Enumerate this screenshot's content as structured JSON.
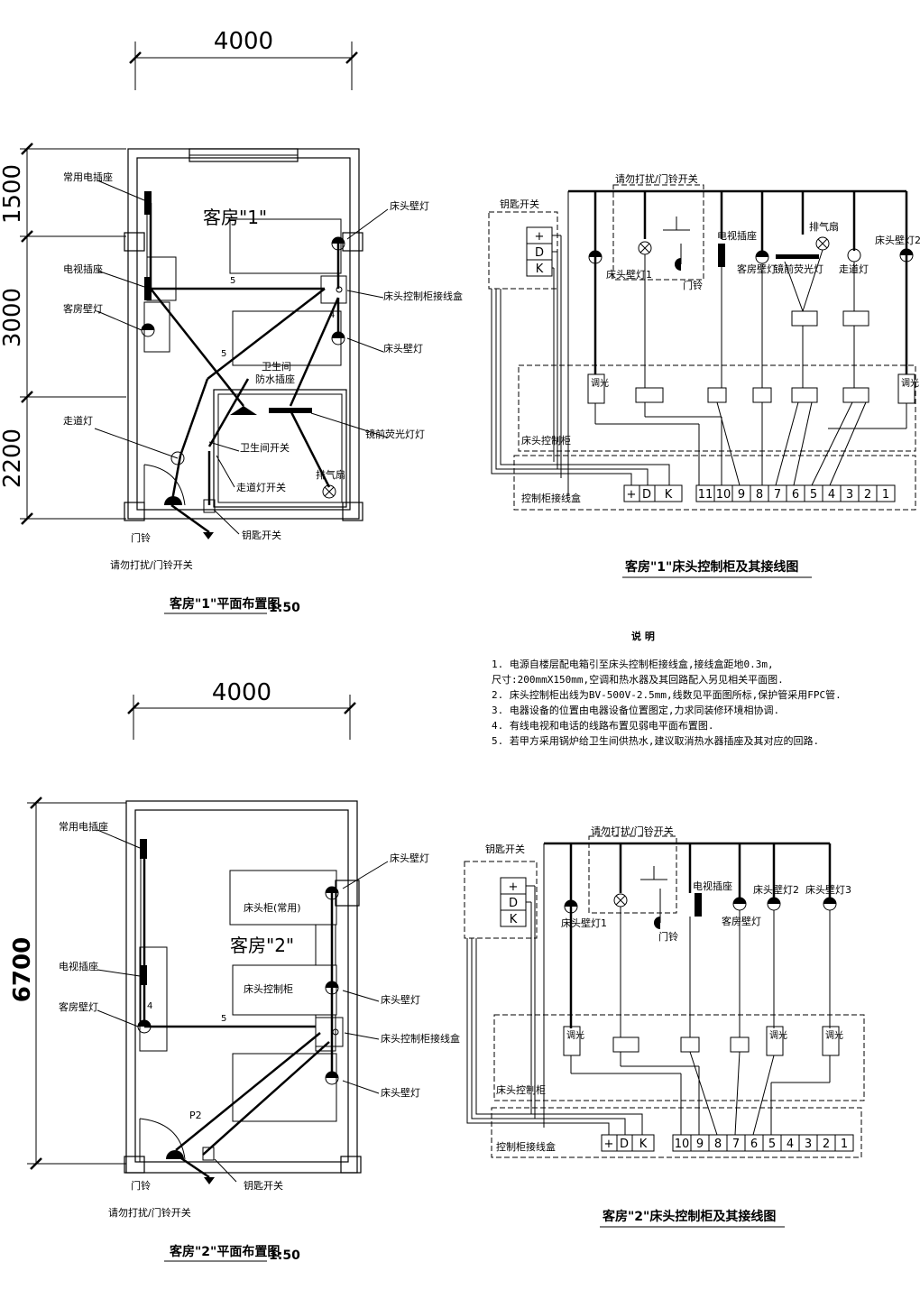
{
  "dims": {
    "top_width": "4000",
    "bottom_width": "4000",
    "v1": "1500",
    "v2": "3000",
    "v3": "2200",
    "v_total": "6700"
  },
  "plan1": {
    "room_name": "客房\"1\"",
    "title": "客房\"1\"平面布置图",
    "scale": "1:50",
    "labels": {
      "outlet": "常用电插座",
      "tv_outlet": "电视插座",
      "wall_lamp": "客房壁灯",
      "corridor_lamp": "走道灯",
      "doorbell": "门铃",
      "dnd_switch": "请勿打扰/门铃开关",
      "bed_lamp_top": "床头壁灯",
      "junction_box": "床头控制柜接线盒",
      "bed_lamp_bottom": "床头壁灯",
      "bathroom": "卫生间",
      "waterproof_outlet": "防水插座",
      "mirror_lamp": "镜前荧光灯灯",
      "bath_switch": "卫生间开关",
      "exhaust_fan": "排气扇",
      "corridor_switch": "走道灯开关",
      "key_switch": "钥匙开关",
      "n5a": "5",
      "n5b": "5",
      "n4": "4"
    }
  },
  "wiring1": {
    "title": "客房\"1\"床头控制柜及其接线图",
    "key_switch": "钥匙开关",
    "dnd": "请勿打扰/门铃开关",
    "bed_lamp1": "床头壁灯1",
    "bell": "门铃",
    "tv_outlet": "电视插座",
    "wall_lamp": "客房壁灯",
    "mirror": "镜前荧光灯",
    "exhaust": "排气扇",
    "corridor": "走道灯",
    "bed_lamp2": "床头壁灯2",
    "cabinet": "床头控制柜",
    "box": "控制柜接线盒",
    "dimmer": "调光",
    "key_terms": [
      "+",
      "D",
      "K"
    ],
    "terminals": [
      "11",
      "10",
      "9",
      "8",
      "7",
      "6",
      "5",
      "4",
      "3",
      "2",
      "1"
    ]
  },
  "notes": {
    "heading": "说  明",
    "lines": [
      "1. 电源自楼层配电箱引至床头控制柜接线盒,接线盒距地0.3m,",
      "   尺寸:200mmX150mm,空调和热水器及其回路配入另见相关平面图.",
      "2. 床头控制柜出线为BV-500V-2.5mm,线数见平面图所标,保护管采用FPC管.",
      "3. 电器设备的位置由电器设备位置图定,力求同装修环境相协调.",
      "4. 有线电视和电话的线路布置见弱电平面布置图.",
      "5. 若甲方采用锅炉给卫生间供热水,建议取消热水器插座及其对应的回路."
    ]
  },
  "plan2": {
    "room_name": "客房\"2\"",
    "title": "客房\"2\"平面布置图",
    "scale": "1:50",
    "labels": {
      "outlet": "常用电插座",
      "tv_outlet": "电视插座",
      "wall_lamp": "客房壁灯",
      "doorbell": "门铃",
      "dnd_switch": "请勿打扰/门铃开关",
      "key_switch": "钥匙开关",
      "bed_lamp_a": "床头壁灯",
      "bed_cab_common": "床头柜(常用)",
      "bed_cabinet": "床头控制柜",
      "bed_lamp_b": "床头壁灯",
      "junction_box": "床头控制柜接线盒",
      "bed_lamp_c": "床头壁灯",
      "p2": "P2",
      "n5": "5",
      "n4": "4"
    }
  },
  "wiring2": {
    "title": "客房\"2\"床头控制柜及其接线图",
    "key_switch": "钥匙开关",
    "dnd": "请勿打扰/门铃开关",
    "bed_lamp1": "床头壁灯1",
    "bell": "门铃",
    "tv_outlet": "电视插座",
    "wall_lamp": "客房壁灯",
    "bed_lamp2": "床头壁灯2",
    "bed_lamp3": "床头壁灯3",
    "cabinet": "床头控制柜",
    "box": "控制柜接线盒",
    "dimmer": "调光",
    "key_terms": [
      "+",
      "D",
      "K"
    ],
    "terminals": [
      "10",
      "9",
      "8",
      "7",
      "6",
      "5",
      "4",
      "3",
      "2",
      "1"
    ]
  }
}
